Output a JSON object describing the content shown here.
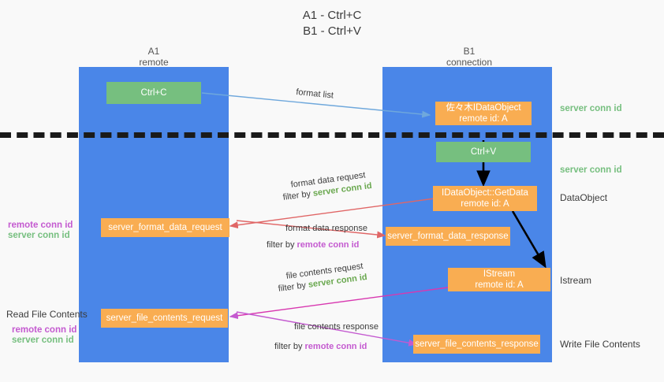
{
  "title": "A1 - Ctrl+C\nB1 - Ctrl+V",
  "lanes": [
    {
      "name": "A1",
      "sub": "remote"
    },
    {
      "name": "B1",
      "sub": "connection"
    }
  ],
  "nodes": {
    "ctrl_c": "Ctrl+C",
    "ctrl_v": "Ctrl+V",
    "idataobject_top": "佐々木IDataObject\nremote id: A",
    "idataobject_getdata": "IDataObject::GetData\nremote id: A",
    "istream": "IStream\nremote id: A",
    "server_format_data_request": "server_format_data_request",
    "server_format_data_response": "server_format_data_response",
    "server_file_contents_request": "server_file_contents_request",
    "server_file_contents_response": "server_file_contents_response"
  },
  "side_labels": {
    "server_conn_id_top": "server conn id",
    "server_conn_id_mid": "server conn id",
    "dataobject": "DataObject",
    "istream": "Istream",
    "write_file_contents": "Write File Contents",
    "read_file_contents": "Read File Contents"
  },
  "left_labels": {
    "remote_conn_id_1": "remote conn id",
    "server_conn_id_1": "server conn id",
    "remote_conn_id_2": "remote conn id",
    "server_conn_id_2": "server conn id"
  },
  "edges": {
    "format_list": "format list",
    "format_data_request": "format data request",
    "format_data_request_filter_prefix": "filter by ",
    "format_data_request_filter_value": "server conn id",
    "format_data_response": "format data response",
    "format_data_response_filter_prefix": "filter by ",
    "format_data_response_filter_value": "remote conn id",
    "file_contents_request": "file contents request",
    "file_contents_request_filter_prefix": "filter by ",
    "file_contents_request_filter_value": "server conn id",
    "file_contents_response": "file contents response",
    "file_contents_response_filter_prefix": "filter by ",
    "file_contents_response_filter_value": "remote conn id"
  },
  "colors": {
    "lane": "#4a86e8",
    "orange": "#f9ad52",
    "green": "#76bf7f",
    "remote_conn": "#c45ad0",
    "server_conn": "#76bf7f",
    "arrow_blue": "#6fa8dc",
    "arrow_red": "#e06666",
    "arrow_magenta": "#c45ad0",
    "arrow_black": "#000000"
  }
}
